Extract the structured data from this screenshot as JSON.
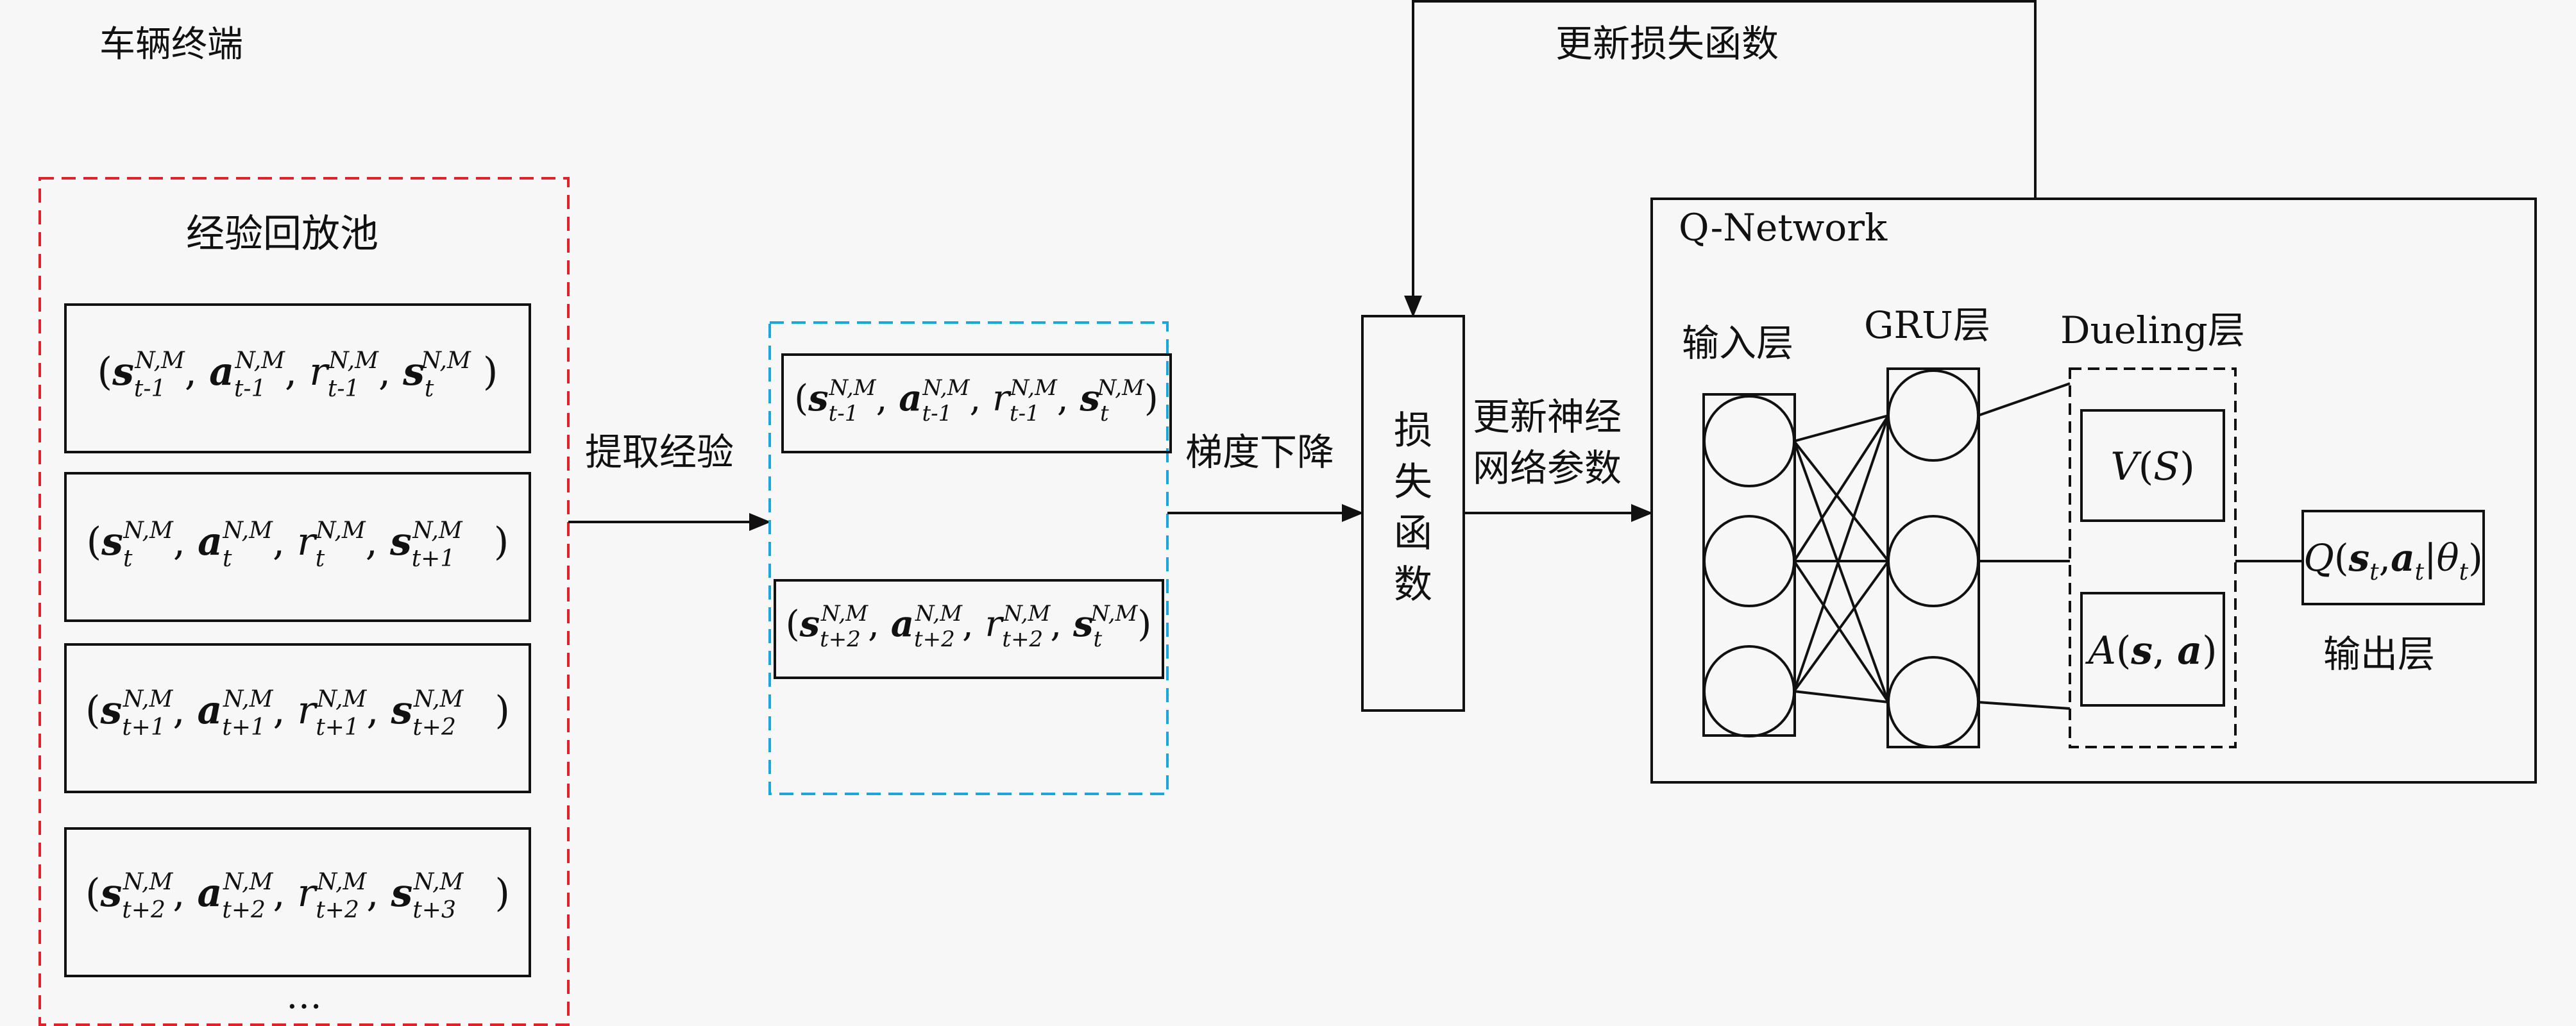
{
  "vehicle_terminal_label": "车辆终端",
  "replay_pool": {
    "title": "经验回放池",
    "ellipsis": "…",
    "rows": [
      {
        "s": "s",
        "s_sub": "t-1",
        "a": "a",
        "a_sub": "t-1",
        "r": "r",
        "r_sub": "t-1",
        "s2": "s",
        "s2_sub": "t",
        "sup": "N,M"
      },
      {
        "s": "s",
        "s_sub": "t",
        "a": "a",
        "a_sub": "t",
        "r": "r",
        "r_sub": "t",
        "s2": "s",
        "s2_sub": "t+1",
        "sup": "N,M"
      },
      {
        "s": "s",
        "s_sub": "t+1",
        "a": "a",
        "a_sub": "t+1",
        "r": "r",
        "r_sub": "t+1",
        "s2": "s",
        "s2_sub": "t+2",
        "sup": "N,M"
      },
      {
        "s": "s",
        "s_sub": "t+2",
        "a": "a",
        "a_sub": "t+2",
        "r": "r",
        "r_sub": "t+2",
        "s2": "s",
        "s2_sub": "t+3",
        "sup": "N,M"
      }
    ]
  },
  "extract_label": "提取经验",
  "sample_batch": {
    "rows": [
      {
        "s": "s",
        "s_sub": "t-1",
        "a": "a",
        "a_sub": "t-1",
        "r": "r",
        "r_sub": "t-1",
        "s2": "s",
        "s2_sub": "t",
        "sup": "N,M"
      },
      {
        "s": "s",
        "s_sub": "t+2",
        "a": "a",
        "a_sub": "t+2",
        "r": "r",
        "r_sub": "t+2",
        "s2": "s",
        "s2_sub": "t",
        "sup": "N,M"
      }
    ]
  },
  "gradient_label": "梯度下降",
  "loss_box": {
    "chars": [
      "损",
      "失",
      "函",
      "数"
    ]
  },
  "update_loss_label": "更新损失函数",
  "update_params_label": {
    "line1": "更新神经",
    "line2": "网络参数"
  },
  "qnet": {
    "title": "Q-Network",
    "input_layer_label": "输入层",
    "gru_layer_label": "GRU层",
    "dueling_layer_label": "Dueling层",
    "v_label": {
      "f": "V",
      "arg": "S"
    },
    "a_label": {
      "f": "A",
      "arg1": "s",
      "arg2": "a"
    },
    "q_label": {
      "f": "Q",
      "s": "s",
      "s_sub": "t",
      "a": "a",
      "a_sub": "t",
      "theta": "θ",
      "theta_sub": "t"
    },
    "output_layer_label": "输出层"
  }
}
